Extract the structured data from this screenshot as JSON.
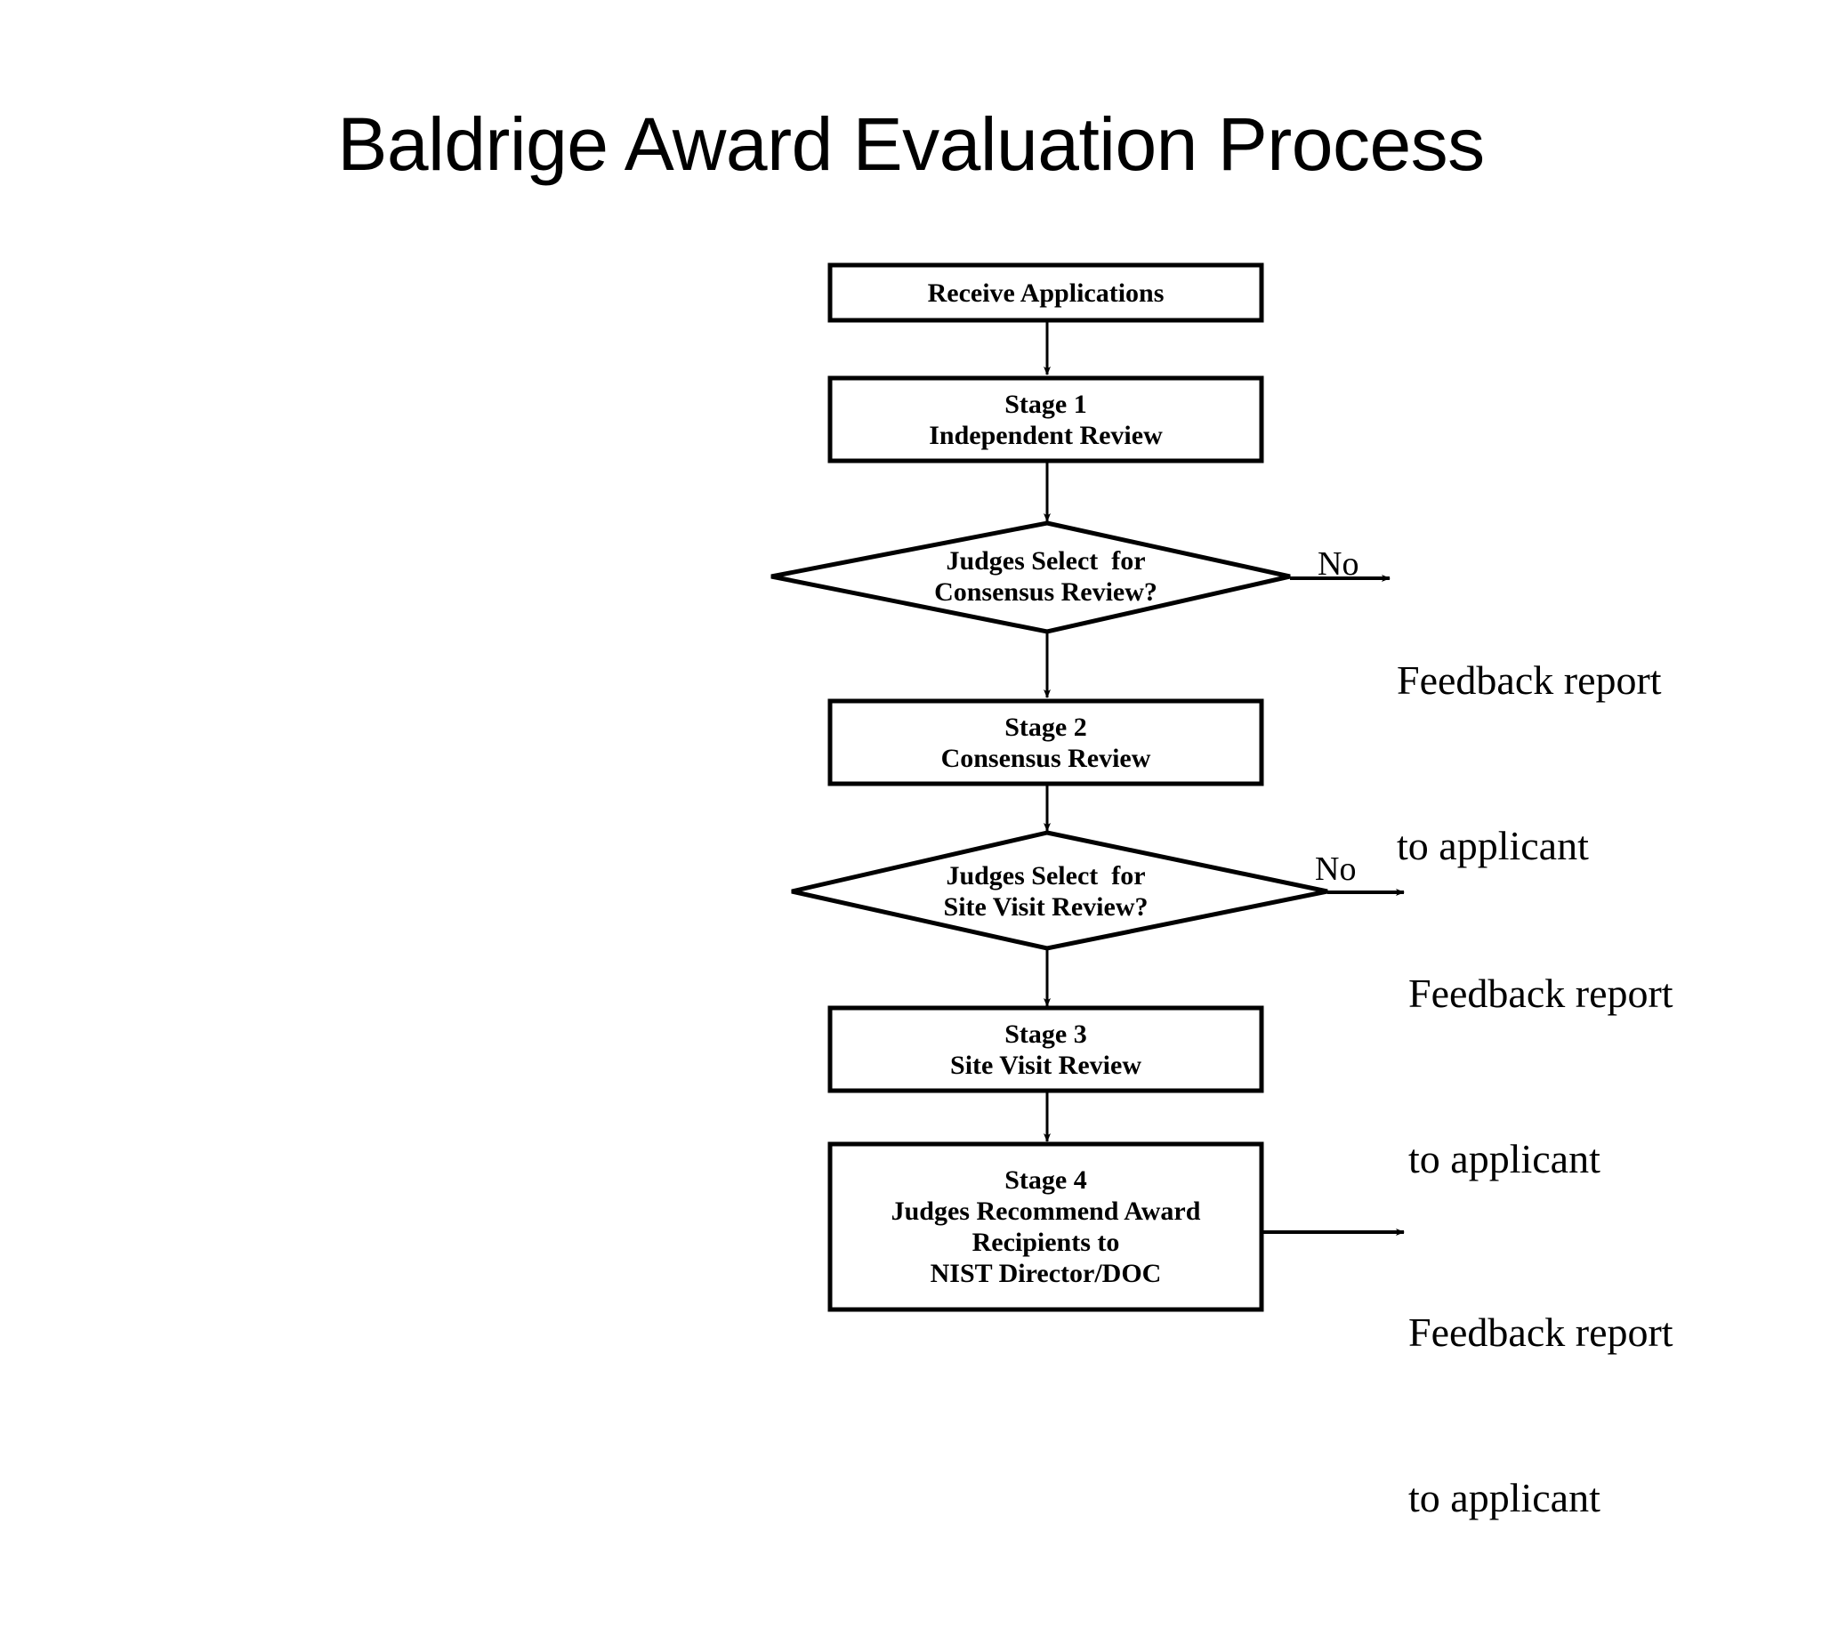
{
  "slide": {
    "title": "Baldrige Award Evaluation Process",
    "background_color": "#ffffff",
    "line_color": "#000000",
    "text_color": "#000000"
  },
  "flowchart": {
    "type": "process-flowchart",
    "orientation": "top-to-bottom",
    "nodes": [
      {
        "id": "receive-applications",
        "shape": "rectangle",
        "lines": [
          "Receive Applications"
        ]
      },
      {
        "id": "stage-1",
        "shape": "rectangle",
        "lines": [
          "Stage 1",
          "Independent Review"
        ]
      },
      {
        "id": "decision-consensus",
        "shape": "diamond",
        "lines": [
          "Judges Select  for",
          "Consensus Review?"
        ]
      },
      {
        "id": "stage-2",
        "shape": "rectangle",
        "lines": [
          "Stage 2",
          "Consensus Review"
        ]
      },
      {
        "id": "decision-site-visit",
        "shape": "diamond",
        "lines": [
          "Judges Select  for",
          "Site Visit Review?"
        ]
      },
      {
        "id": "stage-3",
        "shape": "rectangle",
        "lines": [
          "Stage 3",
          "Site Visit Review"
        ]
      },
      {
        "id": "stage-4",
        "shape": "rectangle",
        "lines": [
          "Stage 4",
          "Judges Recommend Award",
          "Recipients to",
          "NIST Director/DOC"
        ]
      }
    ],
    "branch_labels": {
      "consensus_no": "No",
      "site_visit_no": "No"
    },
    "outcomes": [
      {
        "id": "feedback-consensus",
        "lines": [
          "Feedback report",
          "to applicant"
        ]
      },
      {
        "id": "feedback-site-visit",
        "lines": [
          "Feedback report",
          "to applicant"
        ]
      },
      {
        "id": "feedback-award",
        "lines": [
          "Feedback report",
          "to applicant"
        ]
      }
    ]
  }
}
